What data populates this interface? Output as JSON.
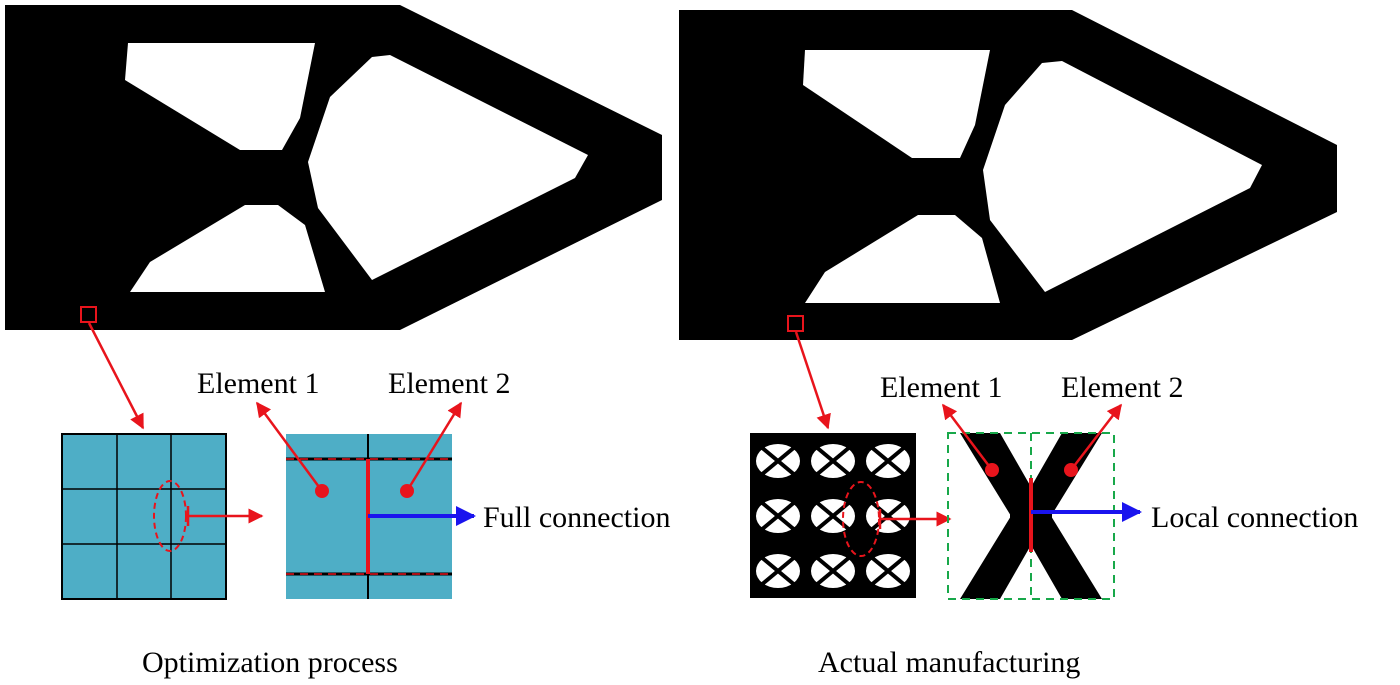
{
  "left_panel": {
    "element_1_label": "Element 1",
    "element_2_label": "Element 2",
    "connection_label": "Full connection",
    "caption": "Optimization process"
  },
  "right_panel": {
    "element_1_label": "Element 1",
    "element_2_label": "Element 2",
    "connection_label": "Local connection",
    "caption": "Actual manufacturing"
  },
  "colors": {
    "structure": "#000000",
    "element_fill": "#4eaec6",
    "callout": "#e8141c",
    "connection_arrow": "#1a14ee",
    "lattice_boundary": "#18a84a"
  }
}
